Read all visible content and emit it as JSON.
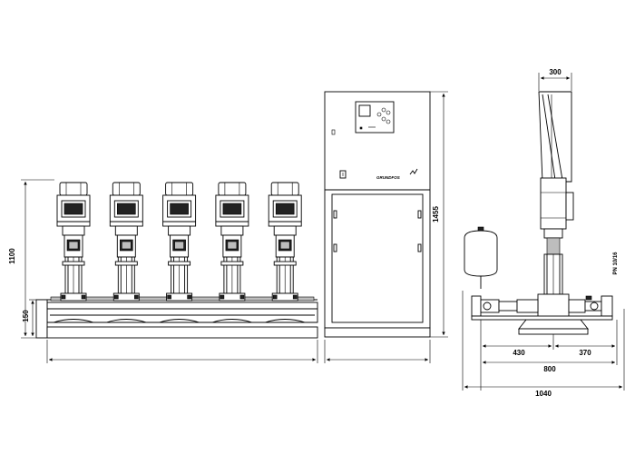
{
  "dimensions": {
    "front_height": "1100",
    "base_height": "150",
    "cabinet_height": "1455",
    "cabinet_depth": "300",
    "tank_offset": "430",
    "pump_offset": "370",
    "base_depth": "800",
    "overall_depth": "1040"
  },
  "pressure_rating": "PN 10/16",
  "brand": "GRUNDFOS",
  "pump_count": 5,
  "colors": {
    "line": "#000000",
    "shade": "#bdbdbd",
    "dark": "#222222",
    "background": "#ffffff"
  }
}
